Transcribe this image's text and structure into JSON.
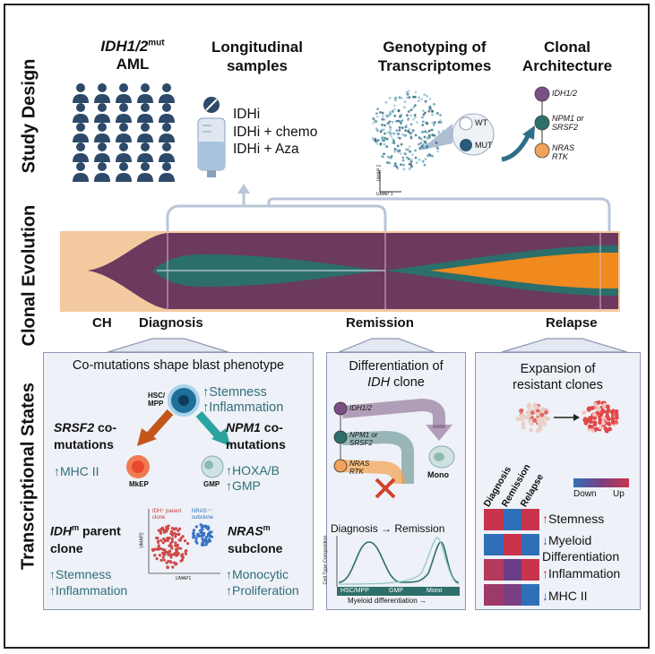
{
  "sections": {
    "study_design": "Study Design",
    "clonal_evolution": "Clonal Evolution",
    "transcriptional_states": "Transcriptional States"
  },
  "study": {
    "aml_title_main": "IDH1/2",
    "aml_title_sup": "mut",
    "aml_title_sub": "AML",
    "long_title1": "Longitudinal",
    "long_title2": "samples",
    "treatments": [
      "IDHi",
      "IDHi + chemo",
      "IDHi + Aza"
    ],
    "geno_title1": "Genotyping of",
    "geno_title2": "Transcriptomes",
    "wt": "WT",
    "mut": "MUT",
    "umap1": "UMAP 1",
    "umap2": "UMAP 2",
    "arch_title1": "Clonal",
    "arch_title2": "Architecture",
    "arch_nodes": [
      "IDH1/2",
      "NPM1 or",
      "SRSF2",
      "NRAS",
      "RTK"
    ]
  },
  "evolution": {
    "stages": [
      "CH",
      "Diagnosis",
      "Remission",
      "Relapse"
    ]
  },
  "panel1": {
    "title": "Co-mutations shape blast phenotype",
    "hsc": "HSC/",
    "mpp": "MPP",
    "stemness": "↑Stemness",
    "inflammation": "↑Inflammation",
    "srsf2_gene": "SRSF2",
    "srsf2_rest": " co-",
    "srsf2_line2": "mutations",
    "mhc": "↑MHC II",
    "mkep": "MkEP",
    "npm1_gene": "NPM1",
    "npm1_rest": " co-",
    "npm1_line2": "mutations",
    "hoxa": "↑HOXA/B",
    "gmp_up": "↑GMP",
    "gmp": "GMP",
    "idh_parent_a": "IDH",
    "idh_parent_sup": "m",
    "idh_parent_b": " parent",
    "idh_parent_c": "clone",
    "legend_parent": "IDH⁺ parent clone",
    "legend_sub": "NRAS⁺⁺ subclone",
    "umap1": "UMAP1",
    "umap2": "UMAP2",
    "nras_a": "NRAS",
    "nras_sup": "m",
    "nras_b": "subclone",
    "left_stem": "↑Stemness",
    "left_inf": "↑Inflammation",
    "right_mono": "↑Monocytic",
    "right_prolif": "↑Proliferation"
  },
  "panel2": {
    "title1": "Differentiation of",
    "title2_gene": "IDH",
    "title2_rest": " clone",
    "nodes": [
      "IDH1/2",
      "NPM1 or",
      "SRSF2",
      "NRAS",
      "RTK"
    ],
    "mono": "Mono",
    "dx": "Diagnosis",
    "arrow": "→",
    "rem": "Remission",
    "ylabel": "Cell Type Composition",
    "xticks": [
      "HSC/MPP",
      "GMP",
      "Mono"
    ],
    "xlabel": "Myeloid differentiation →"
  },
  "panel3": {
    "title1": "Expansion of",
    "title2": "resistant clones",
    "cols": [
      "Diagnosis",
      "Remission",
      "Relapse"
    ],
    "legend_down": "Down",
    "legend_up": "Up",
    "rows": [
      {
        "arrow": "↑",
        "label": "Stemness",
        "extra": ""
      },
      {
        "arrow": "↓",
        "label": "Myeloid",
        "extra": "Differentiation"
      },
      {
        "arrow": "↑",
        "label": "Inflammation",
        "extra": ""
      },
      {
        "arrow": "↓",
        "label": "MHC II",
        "extra": ""
      }
    ],
    "colors": {
      "up": "#c8344b",
      "down": "#2f6fb8",
      "purple": "#7a3f82"
    }
  }
}
